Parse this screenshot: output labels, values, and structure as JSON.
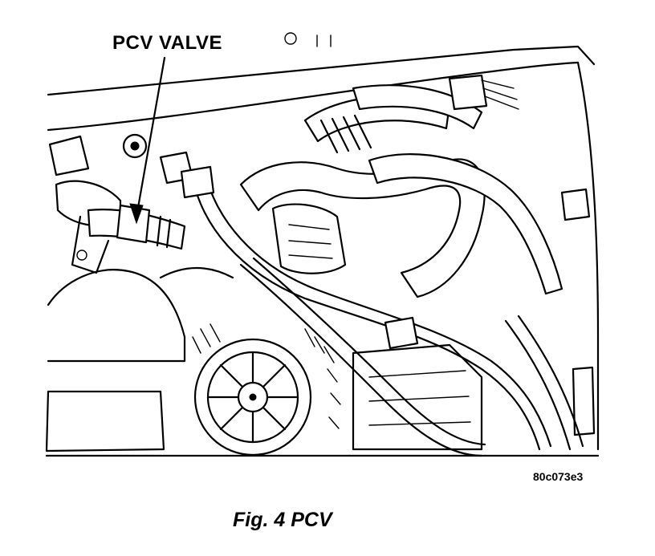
{
  "diagram": {
    "callout_label": "PCV VALVE",
    "figure_code": "80c073e3",
    "caption": "Fig. 4 PCV",
    "colors": {
      "line": "#000000",
      "background": "#ffffff"
    }
  }
}
